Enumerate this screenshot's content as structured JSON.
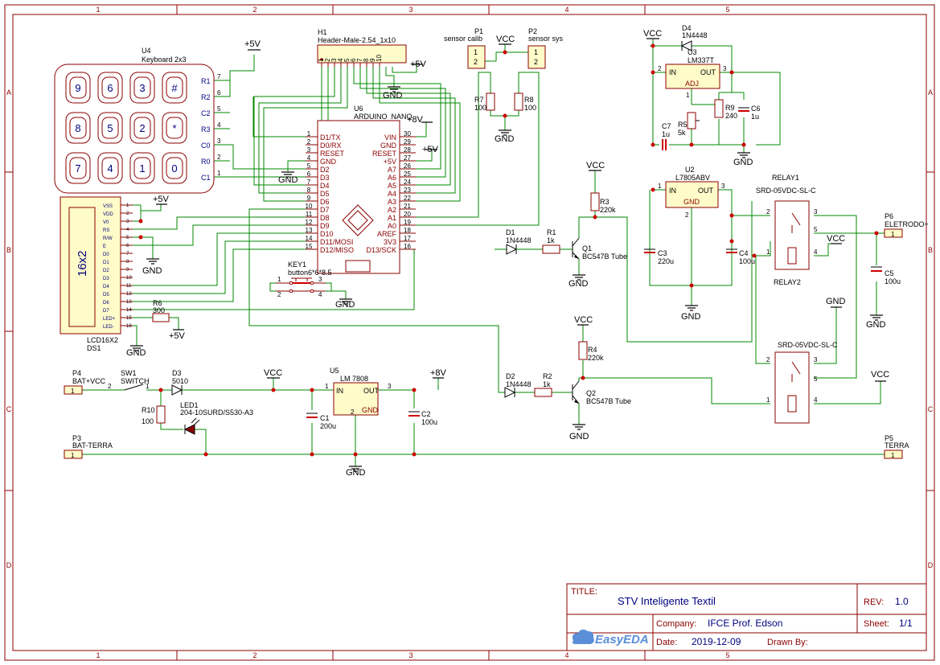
{
  "frame": {
    "cols": [
      "1",
      "2",
      "3",
      "4",
      "5"
    ],
    "rows": [
      "A",
      "B",
      "C",
      "D"
    ]
  },
  "title_block": {
    "title_label": "TITLE:",
    "title": "STV Inteligente Textil",
    "rev_label": "REV:",
    "rev": "1.0",
    "company_label": "Company:",
    "company": "IFCE Prof. Edson",
    "sheet_label": "Sheet:",
    "sheet": "1/1",
    "date_label": "Date:",
    "date": "2019-12-09",
    "drawn_label": "Drawn By:",
    "drawn": "",
    "logo": "EasyEDA"
  },
  "power": {
    "vcc": "VCC",
    "p5v": "+5V",
    "p8v": "+8V",
    "gnd": "GND"
  },
  "keyboard": {
    "ref": "U4",
    "name": "Keyboard 2x3",
    "keys": [
      "9",
      "6",
      "3",
      "#",
      "8",
      "5",
      "2",
      "*",
      "7",
      "4",
      "1",
      "0"
    ],
    "pins": [
      {
        "label": "R1",
        "num": "7"
      },
      {
        "label": "R2",
        "num": "6"
      },
      {
        "label": "C2",
        "num": "5"
      },
      {
        "label": "R3",
        "num": "4"
      },
      {
        "label": "C0",
        "num": "3"
      },
      {
        "label": "R0",
        "num": "2"
      },
      {
        "label": "C1",
        "num": "1"
      }
    ]
  },
  "header": {
    "ref": "H1",
    "name": "Header-Male-2.54_1x10",
    "pins": [
      "1",
      "2",
      "3",
      "4",
      "5",
      "6",
      "7",
      "8",
      "9",
      "10"
    ]
  },
  "lcd": {
    "ref": "LCD16X2",
    "ref2": "DS1",
    "text": "16x2",
    "pins": [
      {
        "label": "VSS",
        "num": "1"
      },
      {
        "label": "VDD",
        "num": "2"
      },
      {
        "label": "V0",
        "num": "3"
      },
      {
        "label": "RS",
        "num": "4"
      },
      {
        "label": "R/W",
        "num": "5"
      },
      {
        "label": "E",
        "num": "6"
      },
      {
        "label": "D0",
        "num": "7"
      },
      {
        "label": "D1",
        "num": "8"
      },
      {
        "label": "D2",
        "num": "9"
      },
      {
        "label": "D3",
        "num": "10"
      },
      {
        "label": "D4",
        "num": "11"
      },
      {
        "label": "D5",
        "num": "12"
      },
      {
        "label": "D6",
        "num": "13"
      },
      {
        "label": "D7",
        "num": "14"
      },
      {
        "label": "LED+",
        "num": "15"
      },
      {
        "label": "LED-",
        "num": "16"
      }
    ]
  },
  "arduino": {
    "ref": "U6",
    "name": "ARDUINO_NANO",
    "left": [
      {
        "label": "D1/TX",
        "num": "1"
      },
      {
        "label": "D0/RX",
        "num": "2"
      },
      {
        "label": "RESET",
        "num": "3"
      },
      {
        "label": "GND",
        "num": "4"
      },
      {
        "label": "D2",
        "num": "5"
      },
      {
        "label": "D3",
        "num": "6"
      },
      {
        "label": "D4",
        "num": "7"
      },
      {
        "label": "D5",
        "num": "8"
      },
      {
        "label": "D6",
        "num": "9"
      },
      {
        "label": "D7",
        "num": "10"
      },
      {
        "label": "D8",
        "num": "11"
      },
      {
        "label": "D9",
        "num": "12"
      },
      {
        "label": "D10",
        "num": "13"
      },
      {
        "label": "D11/MOSI",
        "num": "14"
      },
      {
        "label": "D12/MISO",
        "num": "15"
      }
    ],
    "right": [
      {
        "label": "VIN",
        "num": "30"
      },
      {
        "label": "GND",
        "num": "29"
      },
      {
        "label": "RESET",
        "num": "28"
      },
      {
        "label": "+5V",
        "num": "27"
      },
      {
        "label": "A7",
        "num": "26"
      },
      {
        "label": "A6",
        "num": "25"
      },
      {
        "label": "A5",
        "num": "24"
      },
      {
        "label": "A4",
        "num": "23"
      },
      {
        "label": "A3",
        "num": "22"
      },
      {
        "label": "A2",
        "num": "21"
      },
      {
        "label": "A1",
        "num": "20"
      },
      {
        "label": "A0",
        "num": "19"
      },
      {
        "label": "AREF",
        "num": "18"
      },
      {
        "label": "3V3",
        "num": "17"
      },
      {
        "label": "D13/SCK",
        "num": "16"
      }
    ]
  },
  "key1": {
    "ref": "KEY1",
    "name": "button6*6*8.5",
    "pins": [
      "1",
      "2",
      "3",
      "4"
    ]
  },
  "sensors": {
    "p1_ref": "P1",
    "p1_name": "sensor calib",
    "p2_ref": "P2",
    "p2_name": "sensor sys",
    "pin1": "1",
    "pin2": "2",
    "r7": "R7",
    "r7_val": "100",
    "r8": "R8",
    "r8_val": "100"
  },
  "q1": {
    "d_ref": "D1",
    "d_val": "1N4448",
    "r_ref": "R1",
    "r_val": "1k",
    "rc_ref": "R3",
    "rc_val": "220k",
    "q_ref": "Q1",
    "q_val": "BC547B Tube"
  },
  "q2": {
    "d_ref": "D2",
    "d_val": "1N4448",
    "r_ref": "R2",
    "r_val": "1k",
    "rc_ref": "R4",
    "rc_val": "220k",
    "q_ref": "Q2",
    "q_val": "BC547B Tube"
  },
  "lm337": {
    "d4_ref": "D4",
    "d4_val": "1N4448",
    "ref": "U3",
    "name": "LM337T",
    "in": "IN",
    "out": "OUT",
    "adj": "ADJ",
    "pin_in": "2",
    "pin_out": "3",
    "pin_adj": "1",
    "r9": "R9",
    "r9_val": "240",
    "c6": "C6",
    "c6_val": "1u",
    "r5": "R5",
    "r5_val": "5k",
    "c7": "C7",
    "c7_val": "1u"
  },
  "l7805": {
    "ref": "U2",
    "name": "L7805ABV",
    "in": "IN",
    "out": "OUT",
    "gnd": "GND",
    "pin_in": "1",
    "pin_out": "3",
    "pin_gnd": "2",
    "c3": "C3",
    "c3_val": "220u",
    "c4": "C4",
    "c4_val": "100u"
  },
  "relay1": {
    "ref": "RELAY1",
    "name": "SRD-05VDC-SL-C",
    "ref2": "RELAY2",
    "pins": [
      "2",
      "3",
      "5",
      "1",
      "4"
    ]
  },
  "relay2": {
    "name": "SRD-05VDC-SL-C",
    "pins": [
      "2",
      "3",
      "5",
      "1",
      "4"
    ]
  },
  "p6": {
    "ref": "P6",
    "name": "ELETRODO+",
    "pin": "1",
    "c5": "C5",
    "c5_val": "100u"
  },
  "supply": {
    "p4_ref": "P4",
    "p4_name": "BAT+VCC",
    "p4_pin": "1",
    "sw_ref": "SW1",
    "sw_name": "SWITCH",
    "sw_pin1": "1",
    "sw_pin2": "2",
    "d3_ref": "D3",
    "d3_val": "5010",
    "r10": "R10",
    "r10_val": "100",
    "led_ref": "LED1",
    "led_val": "204-10SURD/S530-A3",
    "u5_ref": "U5",
    "u5_name": "LM 7808",
    "in": "IN",
    "out": "OUT",
    "gnd": "GND",
    "pin_in": "1",
    "pin_out": "3",
    "pin_gnd": "2",
    "c1": "C1",
    "c1_val": "200u",
    "c2": "C2",
    "c2_val": "100u",
    "p3_ref": "P3",
    "p3_name": "BAT-TERRA",
    "p3_pin": "1",
    "p5_ref": "P5",
    "p5_name": "TERRA",
    "p5_pin": "1"
  },
  "r6": {
    "ref": "R6",
    "val": "300"
  },
  "colors": {
    "wire": "#008800",
    "body": "#8b0000",
    "fill": "#fffcc9",
    "text": "#000080",
    "junction": "#cc0000",
    "border": "#8b0000"
  }
}
